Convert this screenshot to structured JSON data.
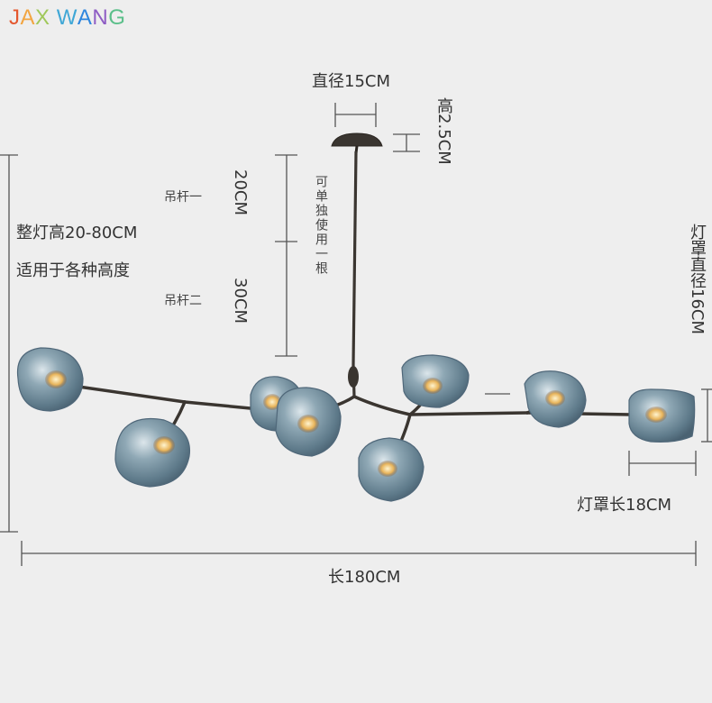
{
  "brand": {
    "letters": [
      "J",
      "A",
      "X",
      " ",
      "W",
      "A",
      "N",
      "G"
    ],
    "letter_colors": [
      "#e4572e",
      "#f2a541",
      "#a0c85a",
      "#ffffff",
      "#3fa7d6",
      "#2e86de",
      "#8e5cc4",
      "#5bbf8a"
    ]
  },
  "labels": {
    "canopy_diameter": "直径15CM",
    "canopy_height": "高2.5CM",
    "rod_one": "吊杆一",
    "rod_two": "吊杆二",
    "rod_one_len": "20CM",
    "rod_two_len": "30CM",
    "single_use": "可单独使用一根",
    "total_height": "整灯高20-80CM",
    "fits_all": "适用于各种高度",
    "shade_diameter": "灯罩直径16CM",
    "shade_length": "灯罩长18CM",
    "length": "长180CM"
  },
  "colors": {
    "background": "#eeeeee",
    "line": "#555555",
    "metal": "#3a3530",
    "glass": "#6b8796",
    "glass_light": "#b9cad3"
  }
}
